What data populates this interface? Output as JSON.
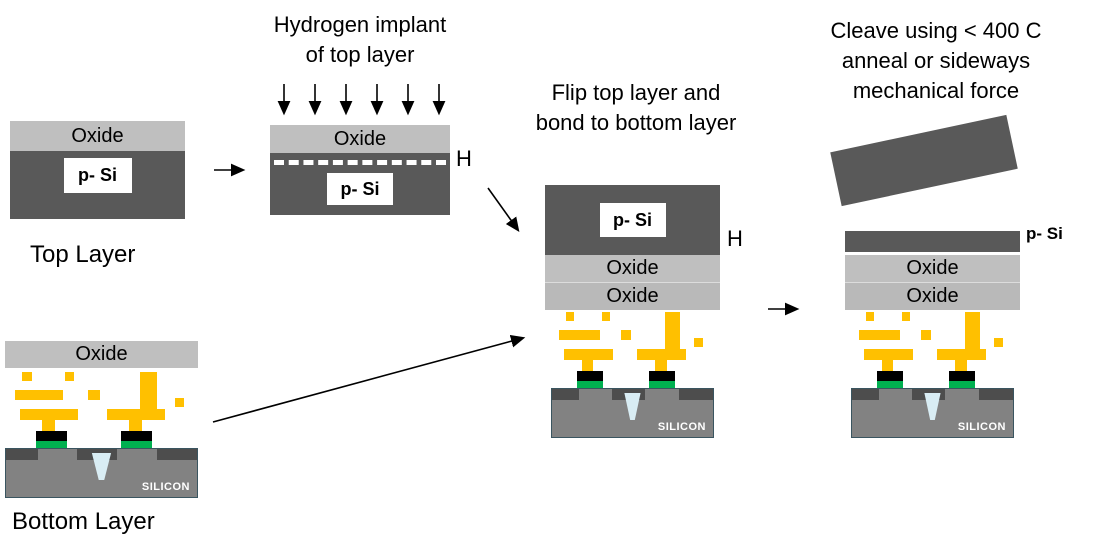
{
  "colors": {
    "silicon_dark": "#595959",
    "oxide_gray": "#bfbfbf",
    "metal_gold": "#ffc000",
    "gate_green": "#00b050",
    "gate_black": "#000000",
    "substrate_gray": "#828282",
    "substrate_dark_patch": "#4d4d4d",
    "trench_blue": "#d9edf4",
    "background": "#ffffff"
  },
  "labels": {
    "oxide": "Oxide",
    "psi": "p- Si",
    "silicon": "SILICON",
    "hydrogen": "H"
  },
  "steps": {
    "top_layer": {
      "caption": "Top Layer"
    },
    "implant": {
      "title_line1": "Hydrogen implant",
      "title_line2": "of top layer"
    },
    "bottom_layer": {
      "caption": "Bottom Layer"
    },
    "bonded": {
      "title_line1": "Flip top layer and",
      "title_line2": "bond to bottom layer"
    },
    "cleave": {
      "title_line1": "Cleave using < 400 C",
      "title_line2": "anneal or sideways",
      "title_line3": "mechanical force"
    }
  }
}
